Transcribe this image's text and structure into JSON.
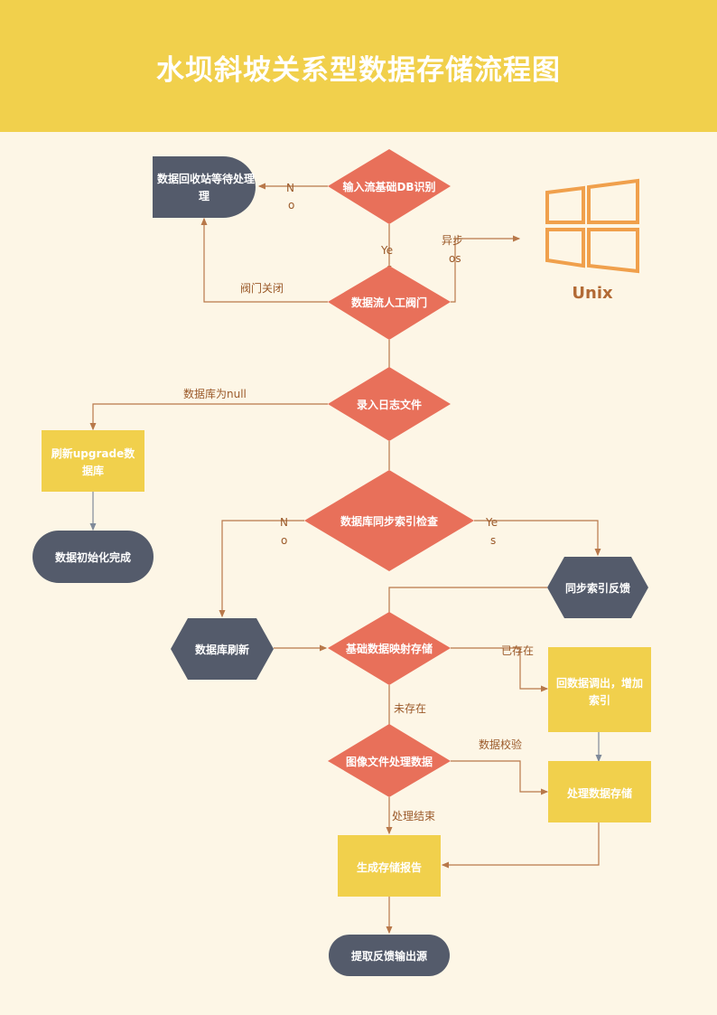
{
  "title": "水坝斜坡关系型数据存储流程图",
  "colors": {
    "header": "#f1d04c",
    "background": "#fdf6e6",
    "diamond": "#e8705a",
    "dark_node": "#545b6b",
    "yellow_node": "#f1d04c",
    "edge": "#b8784a",
    "windows_logo": "#f0a04c"
  },
  "nodes": {
    "input_identify": "输入流基础DB识别",
    "recycle_wait_1": "数据回收站等待处理",
    "recycle_wait_2": "理",
    "manual_valve": "数据流人工阀门",
    "log_entry": "录入日志文件",
    "refresh_upgrade_1": "刷新upgrade数",
    "refresh_upgrade_2": "据库",
    "init_done": "数据初始化完成",
    "sync_check": "数据库同步索引检查",
    "sync_feedback": "同步索引反馈",
    "db_refresh": "数据库刷新",
    "base_map": "基础数据映射存储",
    "recall_index_1": "回数据调出，增加",
    "recall_index_2": "索引",
    "image_process": "图像文件处理数据",
    "process_store": "处理数据存储",
    "report": "生成存储报告",
    "extract_source": "提取反馈输出源"
  },
  "edge_labels": {
    "no_1": "N",
    "no_1b": "o",
    "yes_1": "Ye",
    "yes_1b": "s",
    "async": "异步",
    "async_b": "os",
    "valve_closed": "阀门关闭",
    "db_null": "数据库为null",
    "no_2": "N",
    "no_2b": "o",
    "yes_2": "Ye",
    "yes_2b": "s",
    "exists": "已存在",
    "not_exists": "未存在",
    "data_verify": "数据校验",
    "process_done": "处理结束"
  },
  "icon": {
    "name": "windows-icon",
    "label": "Unix"
  }
}
